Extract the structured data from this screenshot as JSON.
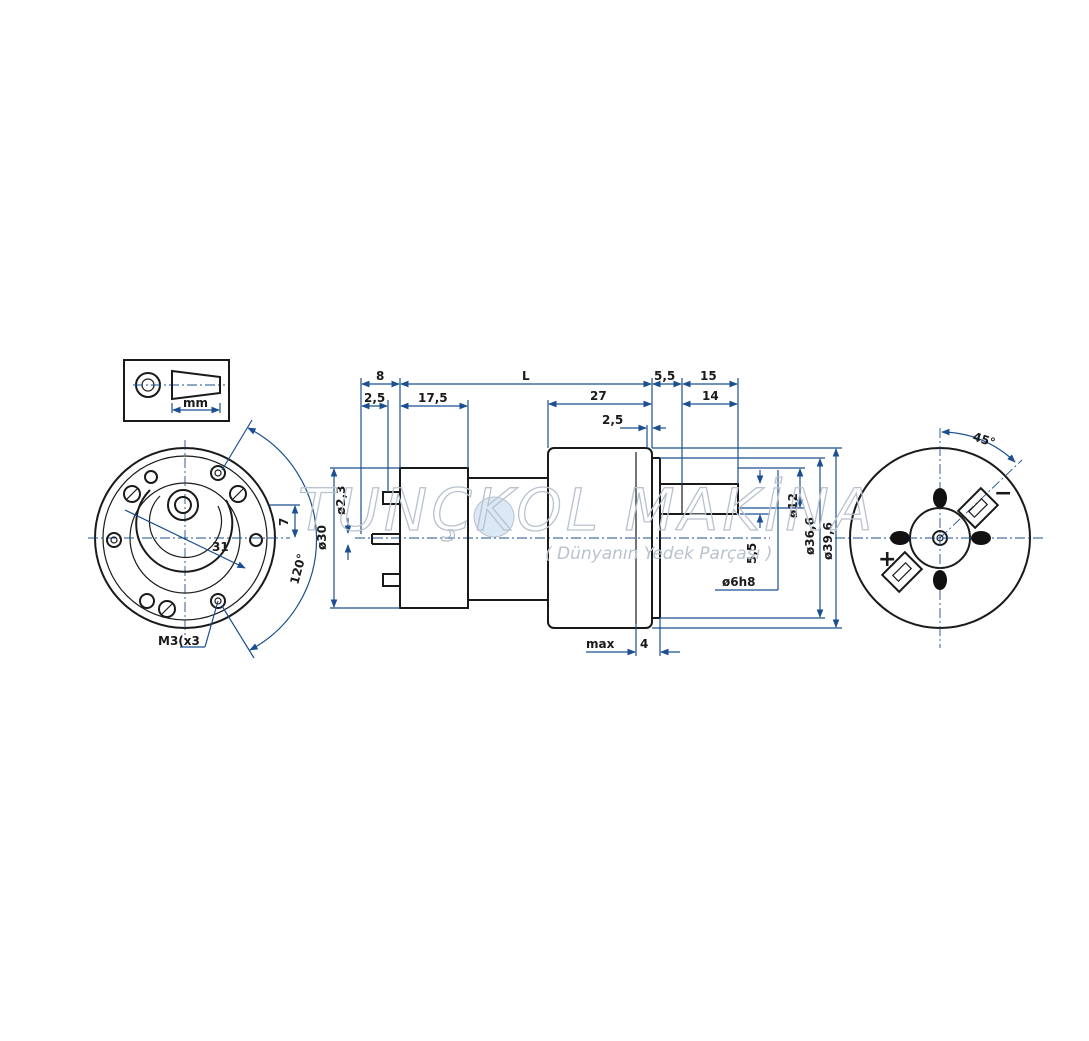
{
  "drawing": {
    "watermark": {
      "brand": "TUNÇKOL MAKİNA",
      "tagline": "( Dünyanın Yedek Parçası )"
    },
    "inset_label": "mm",
    "front_view": {
      "thread_label": "M3(x3",
      "angle_label": "120°",
      "radius_label": "31",
      "offset_label": "7"
    },
    "side_view": {
      "overall_length_label": "L",
      "dims": {
        "d8": "8",
        "d2_5_left": "2,5",
        "d17_5": "17,5",
        "d27": "27",
        "d2_5_right": "2,5",
        "d5_5_top": "5,5",
        "d15": "15",
        "d14": "14",
        "dia30": "ø30",
        "dia2_3": "ø2,3",
        "dia12": "ø12",
        "dia36_6": "ø36,6",
        "dia39_6": "ø39,6",
        "d5_5_shaft": "5,5",
        "dia6h8": "ø6h8",
        "max": "max",
        "d4": "4"
      }
    },
    "rear_view": {
      "angle_label": "45°",
      "plus_label": "+",
      "minus_label": "−"
    }
  }
}
